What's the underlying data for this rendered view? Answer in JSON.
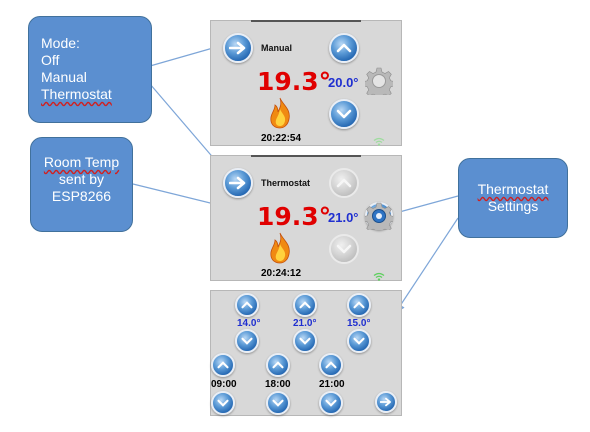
{
  "callouts": {
    "mode": {
      "title": "Mode:",
      "options": [
        "Off",
        "Manual",
        "Thermostat"
      ]
    },
    "room_temp": {
      "line1": "Room Temp",
      "line2": "sent by",
      "line3": "ESP8266"
    },
    "settings": {
      "line1": "Thermostat",
      "line2": "Settings"
    }
  },
  "screen1": {
    "mode_label": "Manual",
    "room_temp": "19.3°",
    "setpoint": "20.0°",
    "time": "20:22:54"
  },
  "screen2": {
    "mode_label": "Thermostat",
    "room_temp": "19.3°",
    "setpoint": "21.0°",
    "time": "20:24:12"
  },
  "screen3": {
    "temps": [
      "14.0°",
      "21.0°",
      "15.0°"
    ],
    "times": [
      "09:00",
      "18:00",
      "21:00"
    ]
  },
  "colors": {
    "callout_fill": "#5b8fd0",
    "panel": "#d8d8d8",
    "temp_red": "#e00000",
    "setpoint_blue": "#1f2fd0",
    "connector": "#7ea6d8"
  },
  "icons": [
    "arrow-right-icon",
    "chevron-up-icon",
    "chevron-down-icon",
    "gear-icon",
    "flame-icon",
    "wifi-icon"
  ]
}
